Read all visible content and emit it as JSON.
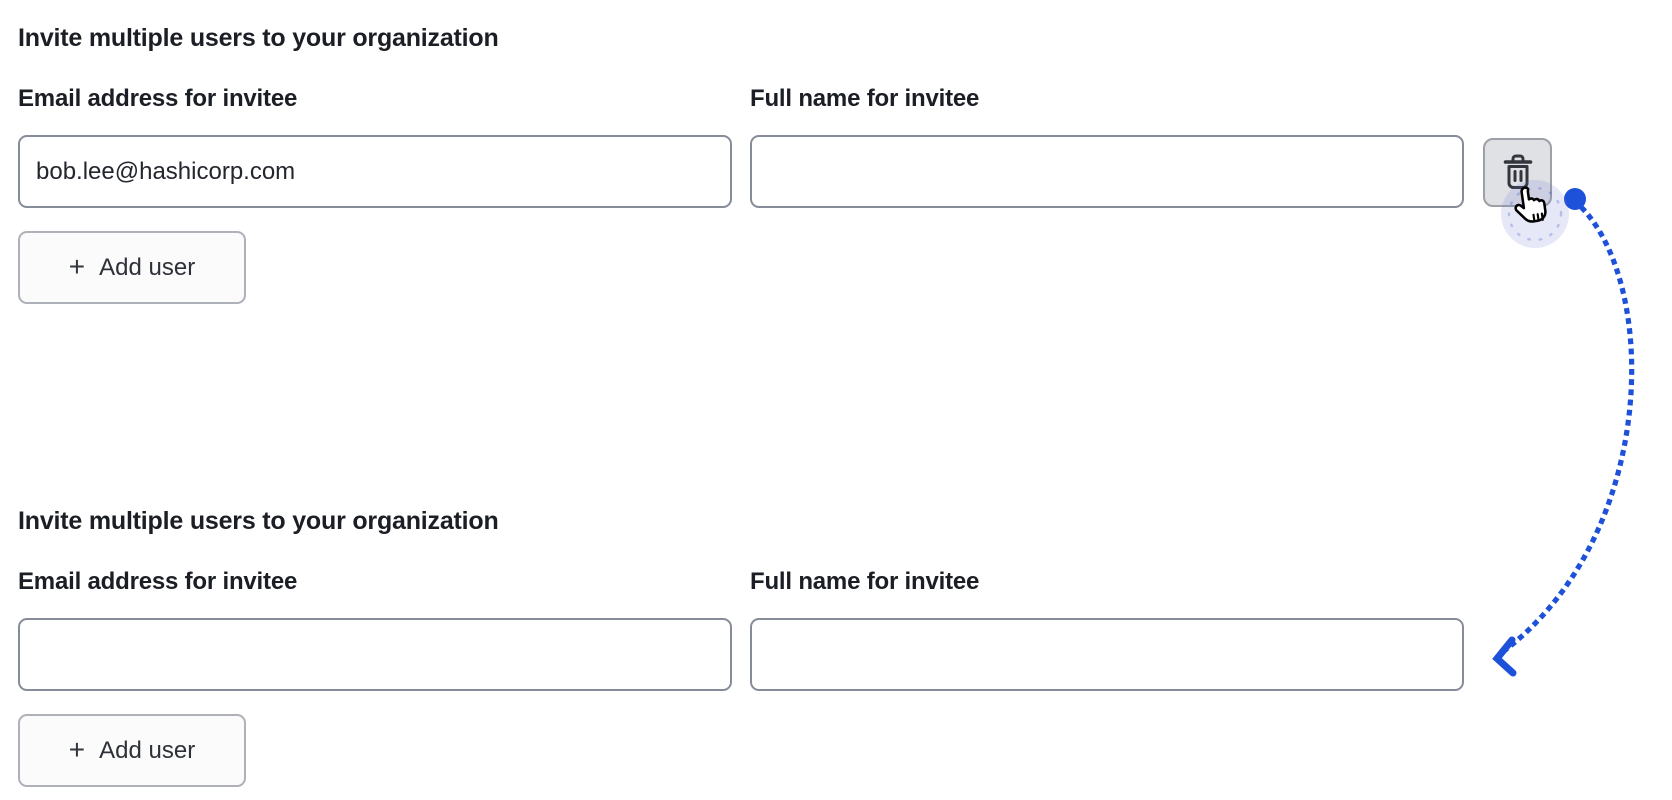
{
  "page": {
    "background": "#ffffff"
  },
  "colors": {
    "arrow_blue": "#1e51d9",
    "input_border": "#878c99",
    "trash_button_bg": "#e0e1e5",
    "halo_lavender": "rgba(105,118,210,0.17)",
    "text": "#1b1e24"
  },
  "icons": {
    "plus": "+"
  },
  "sections": [
    {
      "heading": "Invite multiple users to your organization",
      "fields": [
        {
          "label": "Email address for invitee",
          "value": "bob.lee@hashicorp.com"
        },
        {
          "label": "Full name for invitee",
          "value": ""
        }
      ],
      "add_user_label": "Add user",
      "has_delete_button": true
    },
    {
      "heading": "Invite multiple users to your organization",
      "fields": [
        {
          "label": "Email address for invitee",
          "value": ""
        },
        {
          "label": "Full name for invitee",
          "value": ""
        }
      ],
      "add_user_label": "Add user",
      "has_delete_button": false
    }
  ]
}
